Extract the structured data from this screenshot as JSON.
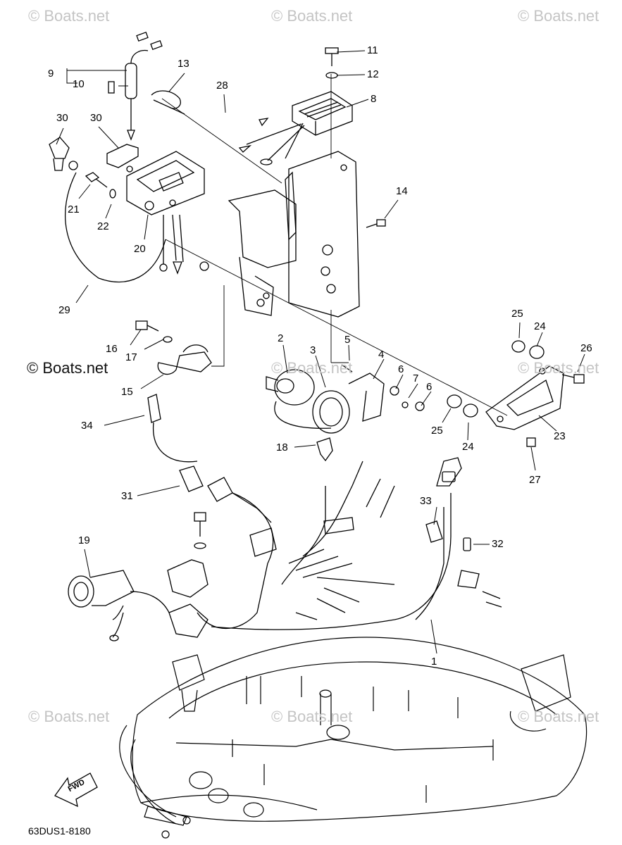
{
  "watermarks": {
    "top_left": "© Boats.net",
    "top_center": "© Boats.net",
    "top_right": "© Boats.net",
    "mid_left": "© Boats.net",
    "mid_center": "© Boats.net",
    "mid_right": "© Boats.net",
    "bottom_left": "© Boats.net",
    "bottom_center": "© Boats.net",
    "bottom_right": "© Boats.net"
  },
  "part_code": "63DUS1-8180",
  "fwd_label": "FWD",
  "callouts": {
    "c1": "1",
    "c2": "2",
    "c3": "3",
    "c4": "4",
    "c5": "5",
    "c6a": "6",
    "c6b": "6",
    "c7": "7",
    "c8": "8",
    "c9": "9",
    "c10": "10",
    "c11": "11",
    "c12": "12",
    "c13": "13",
    "c14": "14",
    "c15": "15",
    "c16": "16",
    "c17": "17",
    "c18": "18",
    "c19": "19",
    "c20": "20",
    "c21": "21",
    "c22": "22",
    "c23": "23",
    "c24a": "24",
    "c24b": "24",
    "c25a": "25",
    "c25b": "25",
    "c26": "26",
    "c27": "27",
    "c28": "28",
    "c29": "29",
    "c30a": "30",
    "c30b": "30",
    "c31": "31",
    "c32": "32",
    "c33": "33",
    "c34": "34"
  },
  "colors": {
    "line": "#000000",
    "watermark": "#c4c4c4"
  }
}
